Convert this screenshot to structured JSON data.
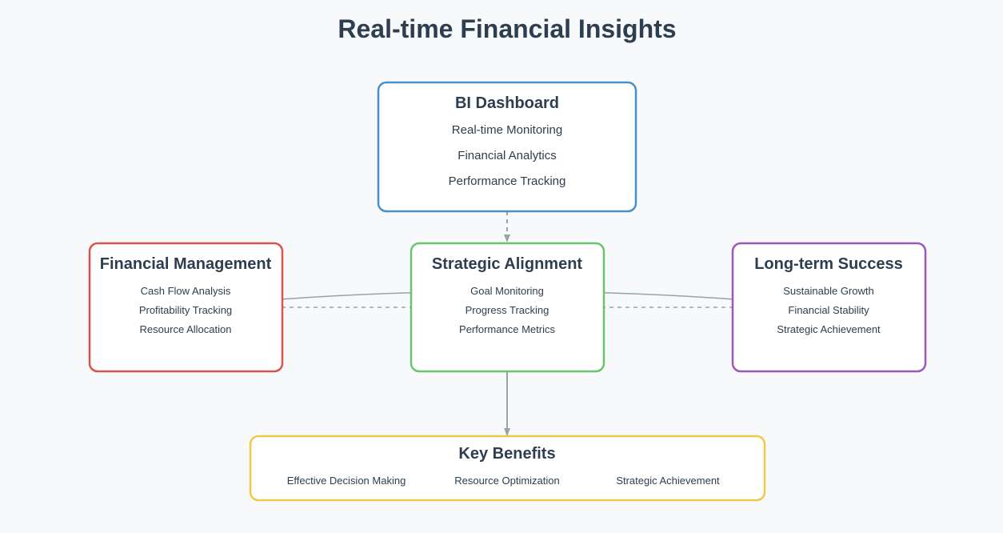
{
  "title": "Real-time Financial Insights",
  "colors": {
    "background": "#f8f9fa",
    "text": "#2c3e50",
    "dashboard": "#4a90c8",
    "financial": "#d9534f",
    "strategic": "#6ac46e",
    "longterm": "#9b59b6",
    "benefits": "#f0c94a",
    "connector": "#95a5a6"
  },
  "dashboard": {
    "title": "BI Dashboard",
    "items": [
      "Real-time Monitoring",
      "Financial Analytics",
      "Performance Tracking"
    ]
  },
  "financial": {
    "title": "Financial Management",
    "items": [
      "Cash Flow Analysis",
      "Profitability Tracking",
      "Resource Allocation"
    ]
  },
  "strategic": {
    "title": "Strategic Alignment",
    "items": [
      "Goal Monitoring",
      "Progress Tracking",
      "Performance Metrics"
    ]
  },
  "longterm": {
    "title": "Long-term Success",
    "items": [
      "Sustainable Growth",
      "Financial Stability",
      "Strategic Achievement"
    ]
  },
  "benefits": {
    "title": "Key Benefits",
    "items": [
      "Effective Decision Making",
      "Resource Optimization",
      "Strategic Achievement"
    ]
  }
}
